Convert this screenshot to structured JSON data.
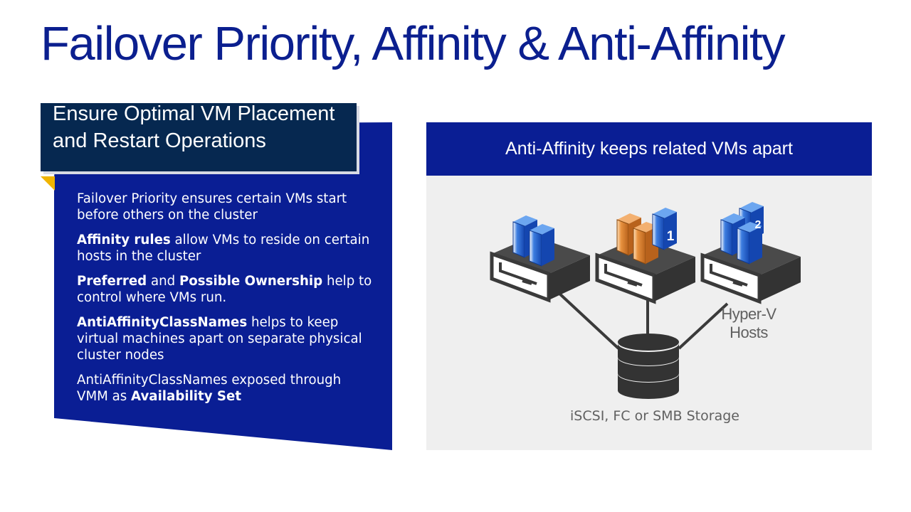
{
  "title": "Failover Priority, Affinity & Anti-Affinity",
  "left_panel": {
    "heading": "Ensure Optimal VM Placement and Restart Operations",
    "bullets": [
      {
        "strong": "",
        "text": "Failover Priority ensures certain VMs start before others on the cluster"
      },
      {
        "strong": "Affinity rules",
        "text": " allow VMs to reside on certain hosts in the cluster"
      },
      {
        "strong": "Preferred",
        "mid": " and ",
        "strong2": "Possible Ownership",
        "text": " help to control where VMs run."
      },
      {
        "strong": "AntiAffinityClassNames",
        "text": " helps to keep virtual machines apart on separate physical cluster nodes"
      },
      {
        "pre": "AntiAffinityClassNames exposed through VMM as ",
        "strong": "Availability Set"
      }
    ]
  },
  "right_panel": {
    "heading": "Anti-Affinity keeps related VMs apart",
    "hosts_label": "Hyper-V Hosts",
    "storage_label": "iSCSI, FC or SMB Storage",
    "vm_badges": [
      "1",
      "2"
    ]
  },
  "colors": {
    "title": "#0b1f8f",
    "panel_blue": "#0a1e94",
    "heading_box": "#062850",
    "accent_yellow": "#f0b400",
    "vm_blue": "#1a57c8",
    "vm_orange": "#e08a3c"
  }
}
